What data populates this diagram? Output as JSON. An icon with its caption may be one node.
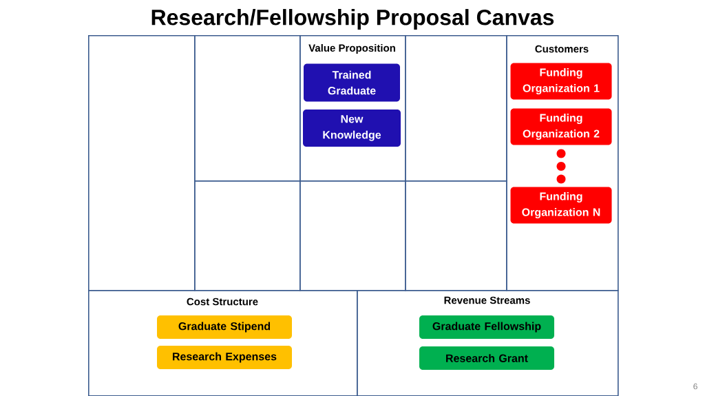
{
  "diagram": {
    "title": "Research/Fellowship Proposal Canvas",
    "nodes": [
      {
        "text": [],
        "shape": "box"
      },
      {
        "text": [],
        "shape": "box"
      },
      {
        "text": [
          "Value Proposition"
        ]
      },
      {
        "text": [
          "Trained Graduate"
        ],
        "in": 2
      },
      {
        "text": [
          "New Knowledge"
        ],
        "in": 2
      },
      {
        "text": [],
        "shape": "box"
      },
      {
        "text": [
          "Customers"
        ]
      },
      {
        "text": [
          "Funding Organization 1"
        ],
        "in": 6
      },
      {
        "text": [
          "Funding Organization 2"
        ],
        "in": 6
      },
      {
        "text": [
          "Funding Organization N"
        ],
        "in": 6
      },
      {
        "text": [],
        "shape": "box"
      },
      {
        "text": [],
        "shape": "box"
      },
      {
        "text": [],
        "shape": "box"
      },
      {
        "text": [
          "Cost Structure"
        ]
      },
      {
        "text": [
          "Graduate Stipend"
        ],
        "in": 13
      },
      {
        "text": [
          "Research Expenses"
        ],
        "in": 13
      },
      {
        "text": [
          "Revenue Streams"
        ]
      },
      {
        "text": [
          "Graduate Fellowship"
        ],
        "in": 16
      },
      {
        "text": [
          "Research Grant"
        ],
        "in": 16
      }
    ],
    "labels": [
      "6"
    ]
  }
}
